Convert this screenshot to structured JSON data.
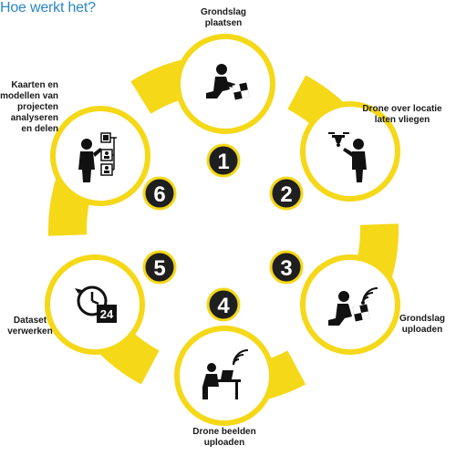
{
  "heading": "Hoe werkt het?",
  "accent_color": "#f5d817",
  "steps": [
    {
      "number": "1",
      "icon": "kneeling-person-placing-marker-icon",
      "label_lines": [
        "Grondslag",
        "plaatsen"
      ]
    },
    {
      "number": "2",
      "icon": "person-flying-drone-icon",
      "label_lines": [
        "Drone over locatie",
        "laten vliegen"
      ]
    },
    {
      "number": "3",
      "icon": "kneeling-person-with-wifi-icon",
      "label_lines": [
        "Grondslag",
        "uploaden"
      ]
    },
    {
      "number": "4",
      "icon": "person-at-laptop-with-wifi-icon",
      "label_lines": [
        "Drone beelden",
        "uploaden"
      ]
    },
    {
      "number": "5",
      "icon": "clock-24-hours-icon",
      "label_lines": [
        "Dataset",
        "verwerken"
      ]
    },
    {
      "number": "6",
      "icon": "presenter-with-org-chart-icon",
      "label_lines": [
        "Kaarten en",
        "modellen van",
        "projecten",
        "analyseren",
        "en delen"
      ]
    }
  ],
  "clock_badge_text": "24"
}
